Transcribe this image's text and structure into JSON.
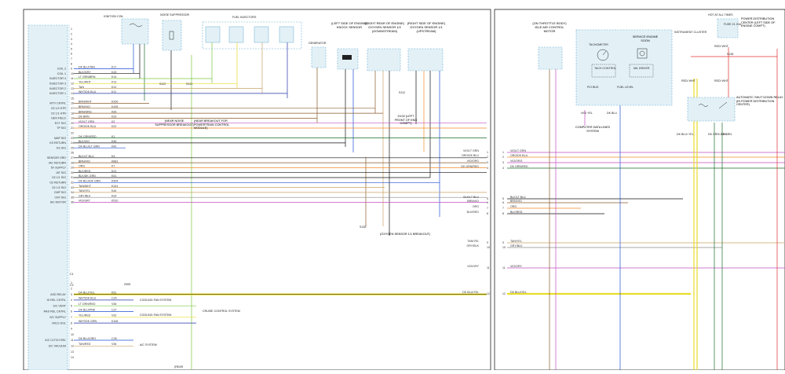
{
  "colors": {
    "border": "#222222",
    "connector_fill": "#e3f1f7",
    "wire_blue": "#1f4fd6",
    "wire_lt_blue": "#79a9e0",
    "wire_dk_blue": "#2536a8",
    "wire_green": "#1f9a3a",
    "wire_lt_green": "#7dc642",
    "wire_dk_green": "#1a6b2a",
    "wire_yellow": "#e8dc2a",
    "wire_brown": "#8a5a2b",
    "wire_tan": "#c9a267",
    "wire_orange": "#ef8a2a",
    "wire_red": "#e03030",
    "wire_violet": "#c34fc2",
    "wire_pink": "#f07ab0",
    "wire_gray": "#8a8a8a",
    "wire_black": "#111111",
    "wire_white": "#d8d8d8"
  },
  "pcm": {
    "functions": [
      {
        "name": "COIL 2",
        "pin": "9",
        "wire": "DK BLU/TAN",
        "circuit": "K17"
      },
      {
        "name": "COIL 1",
        "pin": "10",
        "wire": "BLK/GRY",
        "circuit": "K19"
      },
      {
        "name": "INJECTOR 4",
        "pin": "11",
        "wire": "LT GRN/BRN",
        "circuit": "K14"
      },
      {
        "name": "INJECTOR 3",
        "pin": "12",
        "wire": "YEL/WHT",
        "circuit": "K13"
      },
      {
        "name": "INJECTOR 2",
        "pin": "13",
        "wire": "TAN",
        "circuit": "K12"
      },
      {
        "name": "INJECTOR 1",
        "pin": "14",
        "wire": "WHT/DK BLU",
        "circuit": "K11"
      },
      {
        "name": "MTV CNTRL",
        "pin": "16",
        "wire": "BRN/WHT",
        "circuit": "K200"
      },
      {
        "name": "O2 1/2 HTR",
        "pin": "17",
        "wire": "BRN/VIO",
        "circuit": "K199"
      },
      {
        "name": "O2 1/1 HTR",
        "pin": "18",
        "wire": "BRN/ORG",
        "circuit": "K99"
      },
      {
        "name": "GEN FIELD",
        "pin": "19",
        "wire": "DK BRN",
        "circuit": "K20"
      },
      {
        "name": "ECT SIG",
        "pin": "20",
        "wire": "VIO/LT GRN",
        "circuit": "K2"
      },
      {
        "name": "TP SIG",
        "pin": "21",
        "wire": "ORG/DK BLU",
        "circuit": "K22"
      },
      {
        "name": "MAP SIG",
        "pin": "23",
        "wire": "DK GRN/RED",
        "circuit": "K1"
      },
      {
        "name": "KS RETURN",
        "pin": "24",
        "wire": "BLK/VIO",
        "circuit": "K45"
      },
      {
        "name": "KS SIG",
        "pin": "25",
        "wire": "DK BLU/LT GRN",
        "circuit": "K42"
      },
      {
        "name": "SENSOR GRD",
        "pin": "27",
        "wire": "BLK/LT BLU",
        "circuit": "K4"
      },
      {
        "name": "IAC RETURN",
        "pin": "28",
        "wire": "BRN/VIO",
        "circuit": "K661"
      },
      {
        "name": "5V SUPPLY",
        "pin": "29",
        "wire": "ORG",
        "circuit": "K7"
      },
      {
        "name": "IAT SIG",
        "pin": "30",
        "wire": "BLK/RED",
        "circuit": "K21"
      },
      {
        "name": "O2 1/1 SIG",
        "pin": "31",
        "wire": "BLK/DK GRN",
        "circuit": "K41"
      },
      {
        "name": "O2 RETURN",
        "pin": "32",
        "wire": "DK BLU/DK GRN",
        "circuit": "K904"
      },
      {
        "name": "O2 1/2 SIG",
        "pin": "33",
        "wire": "TAN/WHT",
        "circuit": "K141"
      },
      {
        "name": "CMP SIG",
        "pin": "34",
        "wire": "TAN/YEL",
        "circuit": "K44"
      },
      {
        "name": "CKP SIG",
        "pin": "35",
        "wire": "GRY/BLK",
        "circuit": "K24"
      },
      {
        "name": "IAC MOTOR",
        "pin": "36",
        "wire": "VIO/GRY",
        "circuit": "K510"
      }
    ],
    "c2_functions": [
      {
        "name": "ASD RELAY",
        "pin": "3",
        "wire": "DK BLU/YEL",
        "circuit": "K51"
      },
      {
        "name": "HI REL CNTRL",
        "pin": "4",
        "wire": "WHT/DK BLU",
        "circuit": "C24"
      },
      {
        "name": "S/C VENT",
        "pin": "5",
        "wire": "LT GRN/RED",
        "circuit": "V36"
      },
      {
        "name": "RAD REL CNTRL",
        "pin": "6",
        "wire": "DK BLU/PNK",
        "circuit": "C27"
      },
      {
        "name": "S/C SUPPLY",
        "pin": "7",
        "wire": "YEL/RED",
        "circuit": "V32"
      },
      {
        "name": "NVLD SOL",
        "pin": "8",
        "wire": "WHT/DK GRN",
        "circuit": "K106"
      },
      {
        "name": "A/C CLTCH REL",
        "pin": "11",
        "wire": "DK BLU/ORG",
        "circuit": "C28"
      },
      {
        "name": "S/C VACUUM",
        "pin": "12",
        "wire": "TAN/RED",
        "circuit": "V36"
      }
    ],
    "c1_label": "C1",
    "c2_label": "C2",
    "splice_c2": "Z905"
  },
  "components": {
    "ignition_coil": "IGNITION COIL",
    "noise_suppressor": "NOISE SUPPRESSOR",
    "fuel_injectors": "FUEL INJECTORS",
    "generator": "GENERATOR",
    "knock_sensor": "(LEFT SIDE OF ENGINE) KNOCK SENSOR",
    "o2_downstream": "(RIGHT REAR OF ENGINE) OXYGEN SENSOR 1/2 (DOWNSTREAM)",
    "o2_upstream": "(RIGHT SIDE OF ENGINE) OXYGEN SENSOR 1/1 (UPSTREAM)",
    "near_noise": "(NEAR NOISE SUPPRESSOR BREAKOUT)",
    "near_breakout": "(NEAR BREAKOUT FOR POWERTRAIN CONTROL MODULE)",
    "ground_g102": "G102 (LEFT FRONT OF ENG COMPT)",
    "o2_breakout": "(OXYGEN SENSOR 1/1 BREAKOUT)",
    "s122": "S122",
    "s121": "S121",
    "s112": "S112",
    "s135": "S135",
    "cooling1": "COOLING FAN SYSTEM",
    "cooling2": "COOLING FAN SYSTEM",
    "cruise": "CRUISE CONTROL SYSTEM",
    "ac": "A/C SYSTEM",
    "rear_partial": "(REAR"
  },
  "center_wires": [
    {
      "pin": "1",
      "label": "VIO/LT GRN"
    },
    {
      "pin": "2",
      "label": "ORG/DK BLU"
    },
    {
      "pin": "3",
      "label": "VIO/ORG"
    },
    {
      "pin": "4",
      "label": "DK GRN/RED"
    },
    {
      "pin": "5",
      "label": "BLK/LT BLU"
    },
    {
      "pin": "6",
      "label": "BRN/VIO"
    },
    {
      "pin": "7",
      "label": "ORG"
    },
    {
      "pin": "8",
      "label": "BLK/RED"
    },
    {
      "pin": "9",
      "label": "TAN/YEL"
    },
    {
      "pin": "10",
      "label": "GRY/BLK"
    },
    {
      "pin": "11",
      "label": "VIO/GRY"
    },
    {
      "pin": "12",
      "label": "DK BLU/YEL"
    }
  ],
  "right_panel": {
    "throttle_motor": "(ON THROTTLE BODY) IDLE AIR CONTROL MOTOR",
    "instrument_cluster": "INSTRUMENT CLUSTER",
    "tachometer": "TACHOMETER",
    "service_engine": "SERVICE ENGINE SOON",
    "tach_control": "TACH CONTROL",
    "mil_driver": "MIL DRIVER",
    "pci_bus": "PCI BUS",
    "fuel_level": "FUEL LEVEL",
    "comp_data": "COMPUTER DATA LINES SYSTEM",
    "hot_at_all": "HOT AT ALL TIMES",
    "fuse": "FUSE 21 20A",
    "pdc": "POWER DISTRIBUTION CENTER (LEFT SIDE OF ENGINE COMPT)",
    "asd_relay": "AUTOMATIC SHUT DOWN RELAY (IN POWER DISTRIBUTION CENTER)",
    "s136": "S136",
    "red_wht": "RED/ WHT",
    "dk_blu": "DK BLU",
    "vio_yel": "VIO/ YEL",
    "dk_blu_yel": "DK BLU/ YEL",
    "dk_grn_org": "DK GRN/ ORG",
    "dk_grn": "DK GRN",
    "wire_left_labels": [
      "VIO/LT GRN",
      "ORG/DK BLU",
      "VIO/ORG",
      "DK GRN/RED",
      "BLK/LT BLU",
      "BRN/VIO",
      "ORG",
      "BLK/RED",
      "TAN/YEL",
      "GRY/BLK",
      "VIO/GRY",
      "DK BLU/YEL"
    ]
  },
  "misc": {
    "brn_wht": "BRN/WHT",
    "vio_org": "VIO/ORG",
    "brn_org": "BRN/ORG",
    "dk_grn_wire": "DK GRN",
    "dk_grn_org": "DK GRN/ ORG"
  }
}
